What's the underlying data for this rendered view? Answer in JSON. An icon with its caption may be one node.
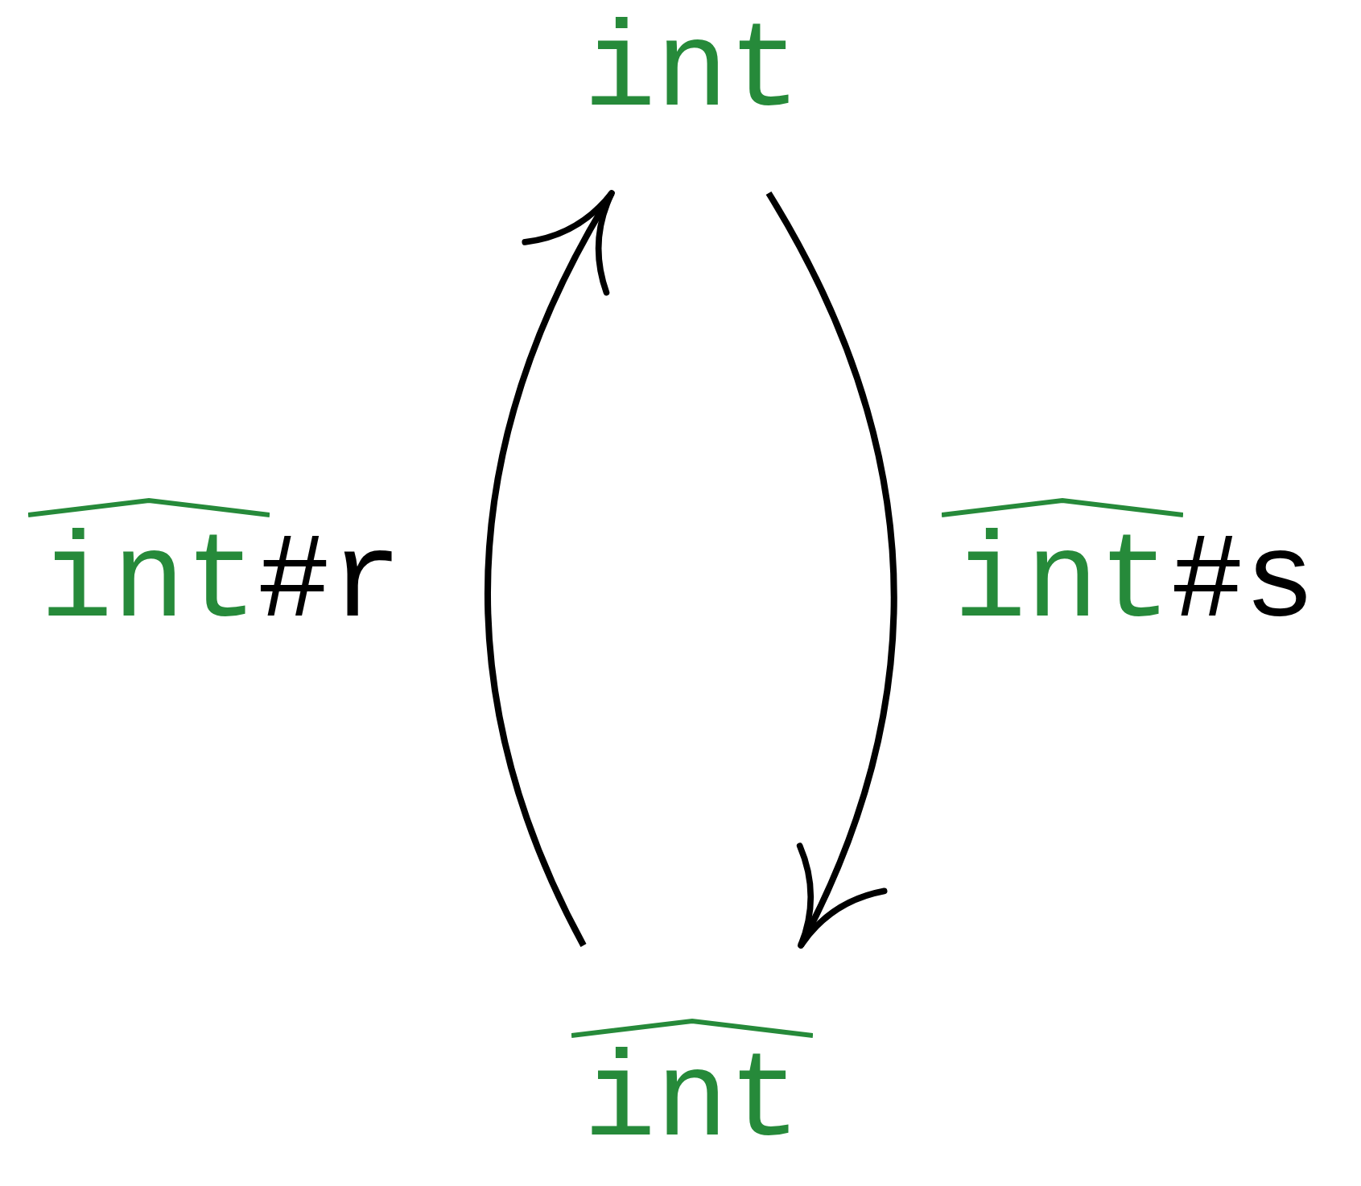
{
  "diagram": {
    "nodes": [
      {
        "text": [
          "int"
        ]
      },
      {
        "text": [
          "int"
        ]
      }
    ],
    "edges": [
      {
        "from": 0,
        "to": 1,
        "arrow": "to",
        "label": "int#s"
      },
      {
        "from": 1,
        "to": 0,
        "arrow": "to",
        "label": "int#r"
      }
    ]
  }
}
